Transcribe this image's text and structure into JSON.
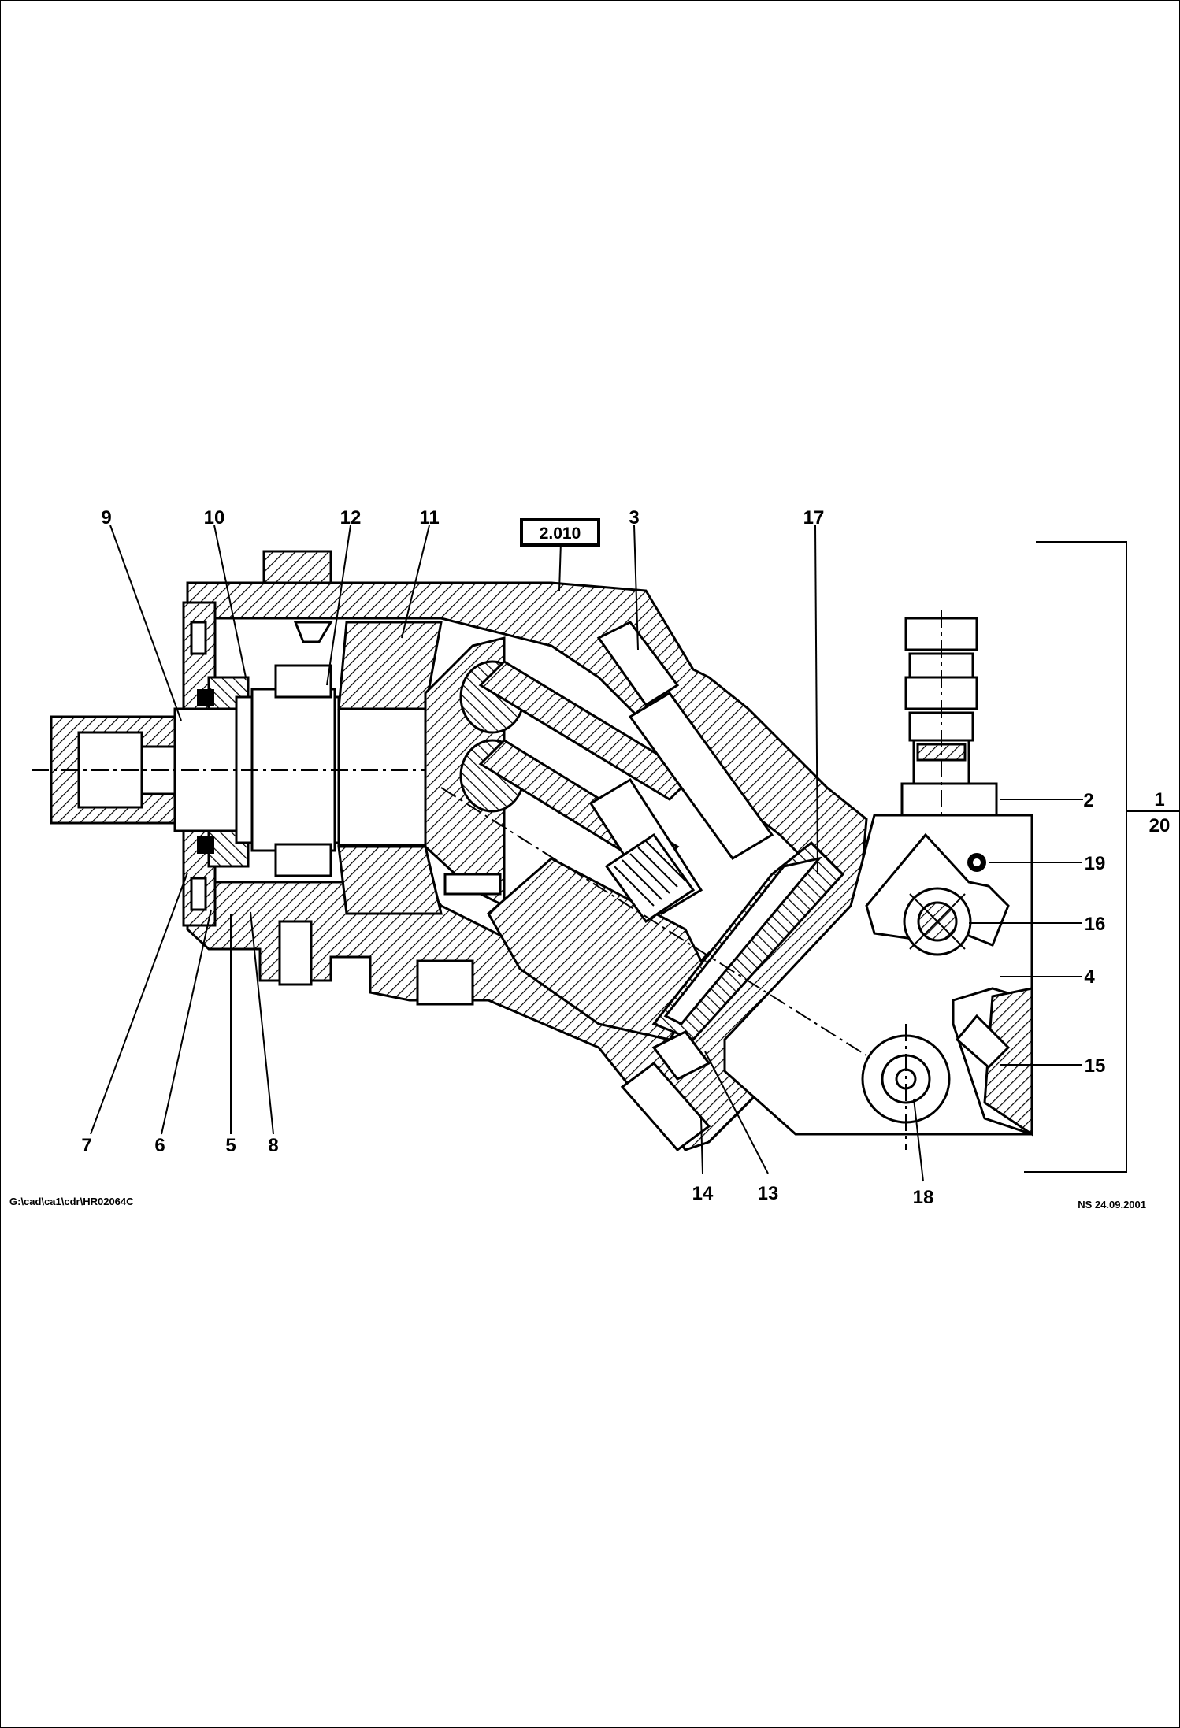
{
  "reference_box": "2.010",
  "callouts": {
    "c9": "9",
    "c10": "10",
    "c12": "12",
    "c11": "11",
    "c3": "3",
    "c17": "17",
    "c2": "2",
    "c19": "19",
    "c16": "16",
    "c4": "4",
    "c15": "15",
    "c7": "7",
    "c6": "6",
    "c5": "5",
    "c8": "8",
    "c14": "14",
    "c13": "13",
    "c18": "18"
  },
  "fraction": {
    "numerator": "1",
    "denominator": "20"
  },
  "file_path": "G:\\cad\\ca1\\cdr\\HR02064C",
  "stamp": "NS 24.09.2001"
}
